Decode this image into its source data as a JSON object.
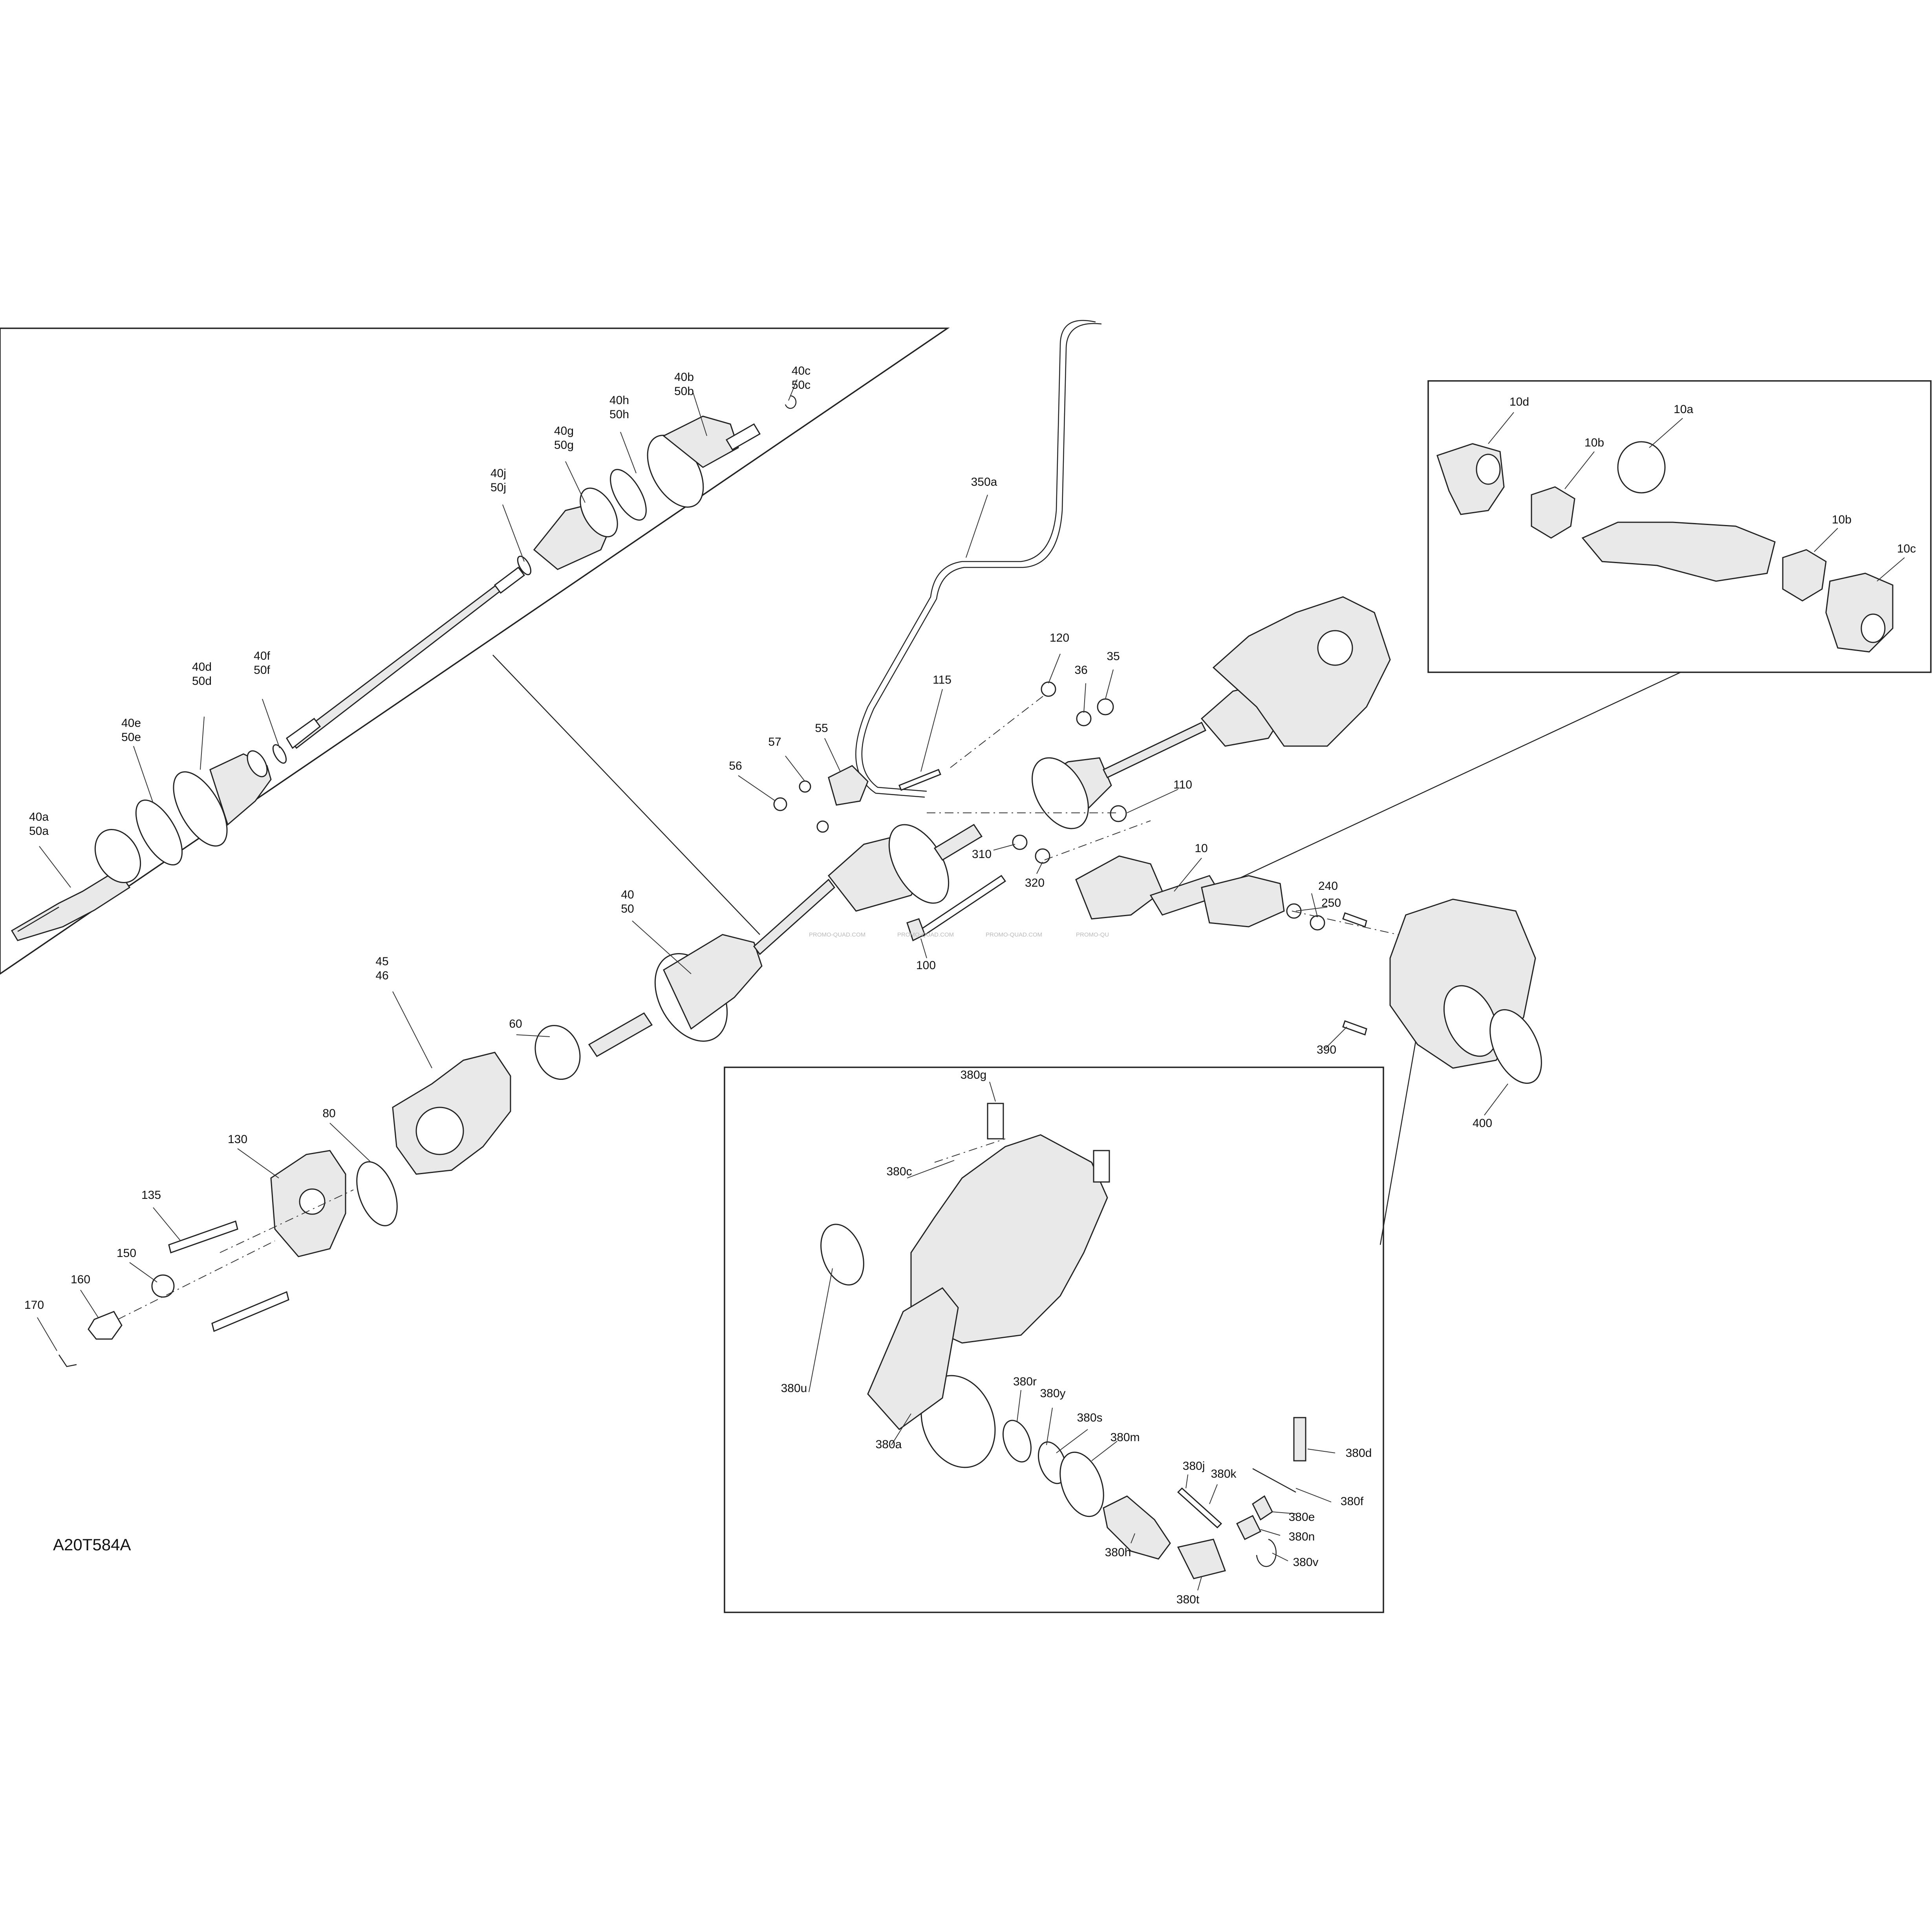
{
  "diagram": {
    "code": "A20T584A",
    "watermarks": [
      "PROMO-QUAD.COM",
      "PROMO-QUAD.COM",
      "PROMO-QUAD.COM",
      "PROMO-QU"
    ],
    "callouts": {
      "c_40c_50c": "40c\n50c",
      "c_40b_50b": "40b\n50b",
      "c_40h_50h": "40h\n50h",
      "c_40g_50g": "40g\n50g",
      "c_40j_50j": "40j\n50j",
      "c_40d_50d": "40d\n50d",
      "c_40f_50f": "40f\n50f",
      "c_40e_50e": "40e\n50e",
      "c_40a_50a": "40a\n50a",
      "c_350a": "350a",
      "c_120": "120",
      "c_36": "36",
      "c_35": "35",
      "c_115": "115",
      "c_57": "57",
      "c_55": "55",
      "c_56": "56",
      "c_110": "110",
      "c_310": "310",
      "c_320": "320",
      "c_10": "10",
      "c_100": "100",
      "c_40_50": "40\n50",
      "c_250": "250",
      "c_240": "240",
      "c_390": "390",
      "c_400": "400",
      "c_45_46": "45\n46",
      "c_60": "60",
      "c_80": "80",
      "c_130": "130",
      "c_135": "135",
      "c_150": "150",
      "c_160": "160",
      "c_170": "170",
      "c_10d": "10d",
      "c_10a": "10a",
      "c_10b_1": "10b",
      "c_10b_2": "10b",
      "c_10c": "10c",
      "c_380g": "380g",
      "c_380c": "380c",
      "c_380u": "380u",
      "c_380a": "380a",
      "c_380r": "380r",
      "c_380y": "380y",
      "c_380s": "380s",
      "c_380m": "380m",
      "c_380j": "380j",
      "c_380k": "380k",
      "c_380d": "380d",
      "c_380f": "380f",
      "c_380e": "380e",
      "c_380n": "380n",
      "c_380v": "380v",
      "c_380h": "380h",
      "c_380t": "380t"
    }
  }
}
